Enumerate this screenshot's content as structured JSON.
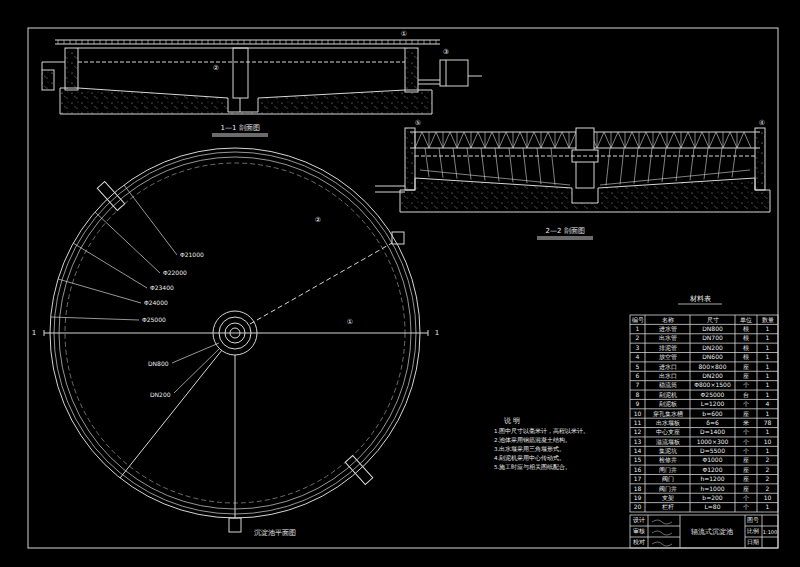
{
  "diagram": {
    "labels": [
      "编号",
      "名称",
      "尺寸",
      "单位",
      "数量",
      "1",
      "进水管",
      "DN800",
      "根",
      "1",
      "2",
      "出水管",
      "DN700",
      "根",
      "1",
      "3",
      "排泥管",
      "DN200",
      "根",
      "1",
      "4",
      "放空管",
      "DN600",
      "根",
      "1",
      "5",
      "进水口",
      "800×800",
      "座",
      "1",
      "6",
      "出水口",
      "DN200",
      "座",
      "1",
      "7",
      "稳流筒",
      "Φ800×1500",
      "个",
      "1",
      "8",
      "刮泥机",
      "Φ25000",
      "台",
      "1",
      "9",
      "刮泥板",
      "L=1200",
      "个",
      "4",
      "10",
      "穿孔集水槽",
      "b=600",
      "座",
      "1",
      "11",
      "出水堰板",
      "δ=6",
      "米",
      "78",
      "12",
      "中心支座",
      "D=1400",
      "个",
      "1",
      "13",
      "溢流堰板",
      "1000×300",
      "个",
      "10",
      "14",
      "集泥坑",
      "D=5500",
      "个",
      "1",
      "15",
      "检修井",
      "Φ1000",
      "座",
      "2",
      "16",
      "闸门井",
      "Φ1200",
      "座",
      "2",
      "17",
      "阀门",
      "h=1200",
      "座",
      "2",
      "18",
      "阀门井",
      "h=1000",
      "座",
      "2",
      "19",
      "支架",
      "b=200",
      "个",
      "10",
      "20",
      "栏杆",
      "L=80",
      "个",
      "1",
      "材料表",
      "1—1 剖面图",
      "2—2 剖面图",
      "沉淀池平面图",
      "说  明",
      "1.图中尺寸以毫米计，高程以米计。",
      "2.池体采用钢筋混凝土结构。",
      "3.出水堰采用三角堰形式。",
      "4.刮泥机采用中心传动式。",
      "5.施工时应与相关图纸配合。",
      "设计",
      "审核",
      "校对",
      "辐流式沉淀池",
      "图号",
      "比例",
      "日期",
      "1:100",
      "Φ25000",
      "Φ24000",
      "Φ23400",
      "Φ22000",
      "Φ21000",
      "DN800",
      "DN200",
      "①",
      "②",
      "1",
      "1",
      "①",
      "②",
      "③",
      "⑤",
      "④"
    ]
  }
}
